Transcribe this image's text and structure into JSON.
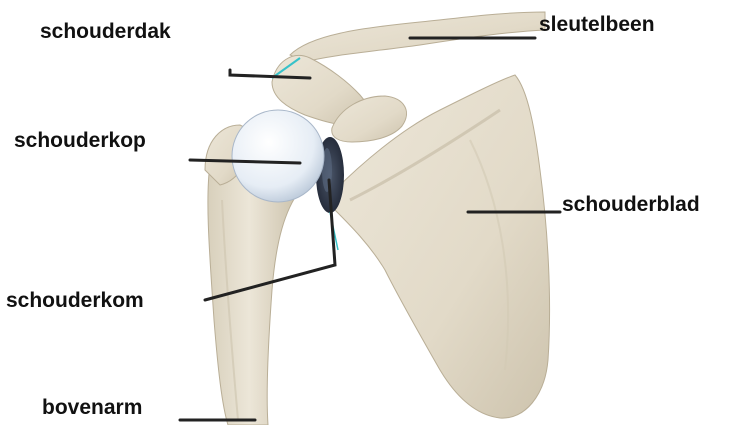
{
  "labels": {
    "acromion": "schouderdak",
    "clavicle": "sleutelbeen",
    "humeral_head": "schouderkop",
    "scapula": "schouderblad",
    "glenoid": "schouderkom",
    "humerus": "bovenarm"
  },
  "colors": {
    "bone": "#e4ddcd",
    "bone_shadow": "#c9bfa9",
    "cartilage": "#dde6f0",
    "glenoid_dark": "#2c3446",
    "leader_line": "#222222",
    "accent_line": "#37c2c9",
    "label_text": "#111111"
  }
}
